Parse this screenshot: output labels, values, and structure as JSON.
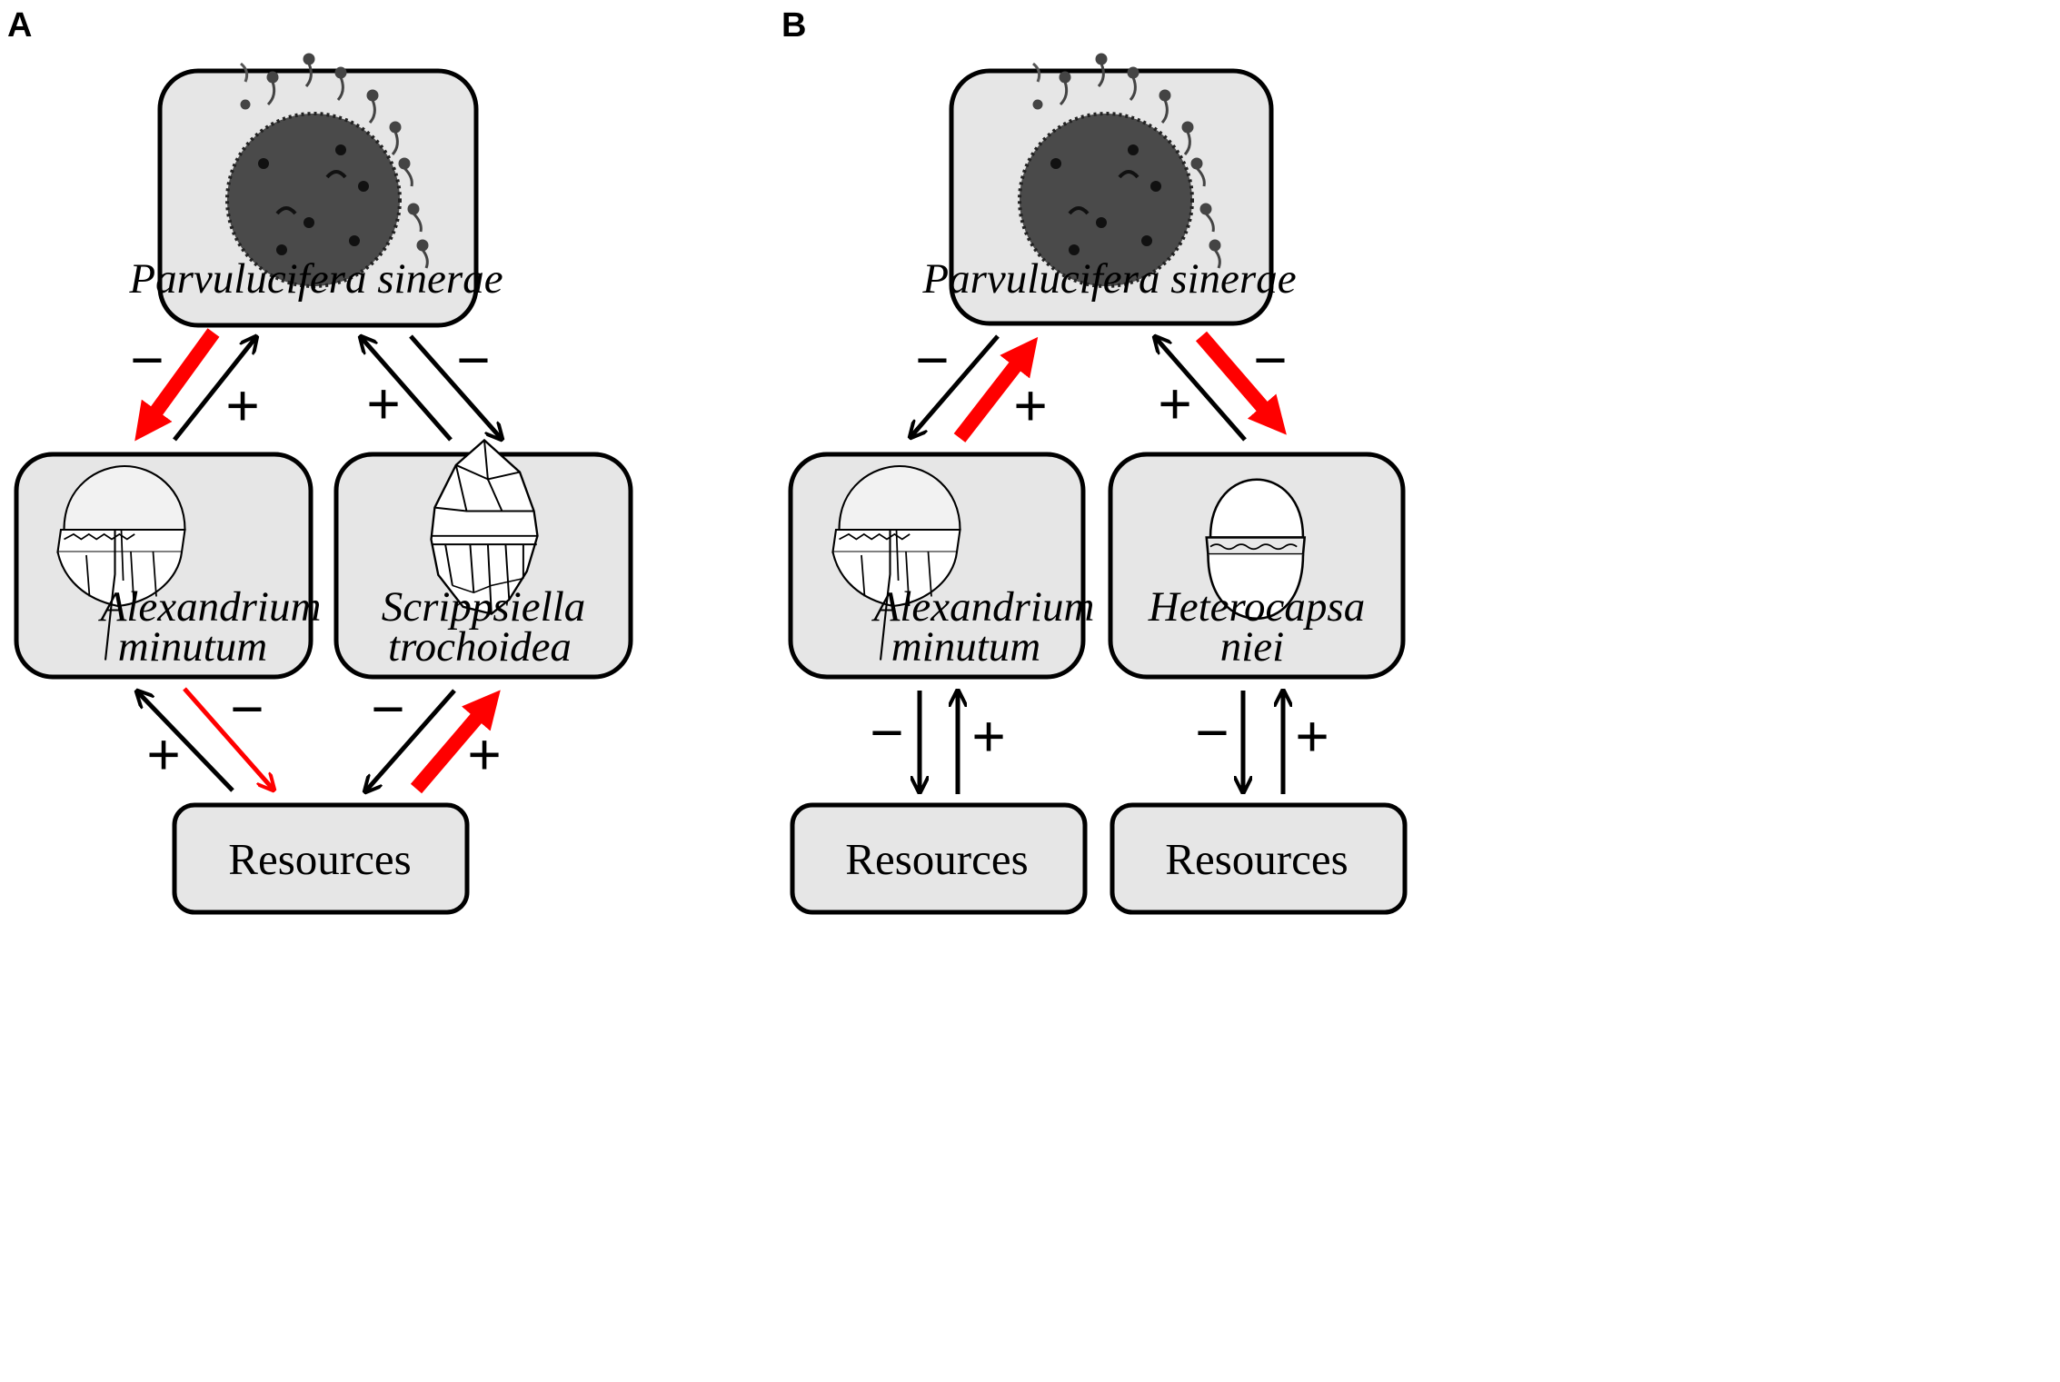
{
  "panels": {
    "A": {
      "letter": "A",
      "parasite": "Parvulucifera sinerae",
      "host1_line1": "Alexandrium",
      "host1_line2": "minutum",
      "host2_line1": "Scrippsiella",
      "host2_line2": "trochoidea",
      "resources": "Resources"
    },
    "B": {
      "letter": "B",
      "parasite": "Parvulucifera sinerae",
      "host1_line1": "Alexandrium",
      "host1_line2": "minutum",
      "host2_line1": "Heterocapsa",
      "host2_line2": "niei",
      "resources_left": "Resources",
      "resources_right": "Resources"
    }
  },
  "signs": {
    "plus": "+",
    "minus": "−"
  },
  "colors": {
    "strong_effect": "#ff0000",
    "weak_effect": "#000000",
    "box_fill": "#e6e6e6",
    "parasite_cell": "#444444"
  }
}
